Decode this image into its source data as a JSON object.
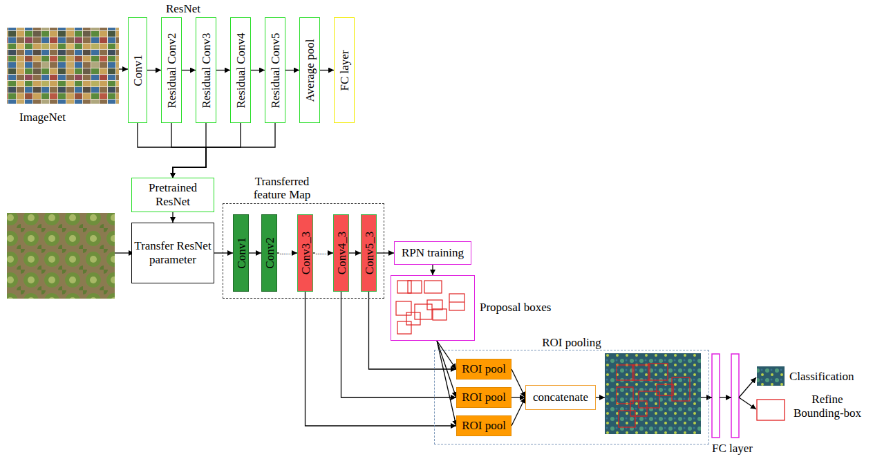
{
  "diagram": {
    "nodes": [
      {
        "text": [
          "Conv1"
        ]
      },
      {
        "text": [
          "Residual Conv2"
        ]
      },
      {
        "text": [
          "Residual Conv3"
        ]
      },
      {
        "text": [
          "Residual Conv4"
        ]
      },
      {
        "text": [
          "Residual Conv5"
        ]
      },
      {
        "text": [
          "Average pool"
        ]
      },
      {
        "text": [
          "FC layer"
        ]
      },
      {
        "text": [
          "Pretrained ResNet"
        ]
      },
      {
        "text": [
          "Transfer ResNet parameter"
        ]
      },
      {
        "text": [
          "Transferred feature Map"
        ]
      },
      {
        "text": [
          "Conv1"
        ],
        "in": 9
      },
      {
        "text": [
          "Conv2"
        ],
        "in": 9
      },
      {
        "text": [
          "Conv3_3"
        ],
        "in": 9
      },
      {
        "text": [
          "Conv4_3"
        ],
        "in": 9
      },
      {
        "text": [
          "Conv5_3"
        ],
        "in": 9
      },
      {
        "text": [
          "RPN training"
        ]
      },
      {
        "text": [
          "Proposal boxes"
        ]
      },
      {
        "text": [
          "ROI pooling"
        ]
      },
      {
        "text": [
          "ROI pool"
        ],
        "in": 17
      },
      {
        "text": [
          "ROI pool"
        ],
        "in": 17
      },
      {
        "text": [
          "ROI pool"
        ],
        "in": 17
      },
      {
        "text": [
          "concatenate"
        ],
        "in": 17
      }
    ],
    "edges": [
      {
        "from": 0,
        "to": 1,
        "arrow": "to"
      },
      {
        "from": 1,
        "to": 2,
        "arrow": "to"
      },
      {
        "from": 2,
        "to": 3,
        "arrow": "to"
      },
      {
        "from": 3,
        "to": 4,
        "arrow": "to"
      },
      {
        "from": 4,
        "to": 5,
        "arrow": "to"
      },
      {
        "from": 5,
        "to": 6,
        "arrow": "to"
      },
      {
        "from": 0,
        "to": 7,
        "arrow": "to"
      },
      {
        "from": 1,
        "to": 7,
        "arrow": "to"
      },
      {
        "from": 2,
        "to": 7,
        "arrow": "to"
      },
      {
        "from": 3,
        "to": 7,
        "arrow": "to"
      },
      {
        "from": 4,
        "to": 7,
        "arrow": "to"
      },
      {
        "from": 7,
        "to": 8,
        "arrow": "to"
      },
      {
        "from": 8,
        "to": 10,
        "arrow": "to"
      },
      {
        "from": 10,
        "to": 11,
        "arrow": "to"
      },
      {
        "from": 11,
        "to": 12,
        "label": "......",
        "arrow": "to"
      },
      {
        "from": 12,
        "to": 13,
        "label": "......",
        "arrow": "to"
      },
      {
        "from": 13,
        "to": 14,
        "arrow": "to"
      },
      {
        "from": 14,
        "to": 15,
        "arrow": "to"
      },
      {
        "from": 15,
        "to": 16,
        "arrow": "to"
      },
      {
        "from": 16,
        "to": 18,
        "arrow": "to"
      },
      {
        "from": 16,
        "to": 19,
        "arrow": "to"
      },
      {
        "from": 16,
        "to": 20,
        "arrow": "to"
      },
      {
        "from": 14,
        "to": 18,
        "arrow": "to"
      },
      {
        "from": 13,
        "to": 19,
        "arrow": "to"
      },
      {
        "from": 12,
        "to": 20,
        "arrow": "to"
      },
      {
        "from": 18,
        "to": 21,
        "arrow": "to"
      },
      {
        "from": 19,
        "to": 21,
        "arrow": "to"
      },
      {
        "from": 20,
        "to": 21,
        "arrow": "to"
      }
    ],
    "labels": [
      "ResNet",
      "ImageNet",
      "FC layer",
      "Classification",
      "Refine Bounding-box"
    ]
  }
}
